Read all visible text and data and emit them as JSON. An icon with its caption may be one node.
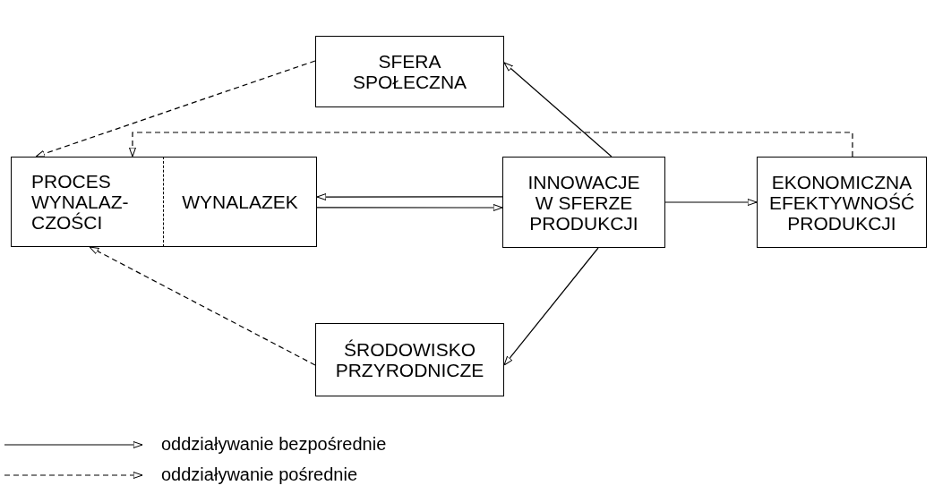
{
  "diagram": {
    "nodes": [
      {
        "text": [
          "SFERA SPOŁECZNA"
        ]
      },
      {
        "text": [
          "PROCES WYNALAZ-CZOŚCI"
        ]
      },
      {
        "text": [
          "WYNALAZEK"
        ]
      },
      {
        "text": [
          "INNOWACJE W SFERZE PRODUKCJI"
        ]
      },
      {
        "text": [
          "EKONOMICZNA EFEKTYWNOŚĆ PRODUKCJI"
        ]
      },
      {
        "text": [
          "ŚRODOWISKO PRZYRODNICZE"
        ]
      }
    ],
    "edges": [
      {
        "from": 0,
        "to": 1,
        "arrow": "to",
        "style": "dashed"
      },
      {
        "from": 4,
        "to": 1,
        "arrow": "to",
        "style": "dashed"
      },
      {
        "from": 3,
        "to": 2,
        "arrow": "to"
      },
      {
        "from": 2,
        "to": 3,
        "arrow": "to"
      },
      {
        "from": 3,
        "to": 0,
        "arrow": "to"
      },
      {
        "from": 3,
        "to": 4,
        "arrow": "to"
      },
      {
        "from": 3,
        "to": 5,
        "arrow": "to"
      },
      {
        "from": 5,
        "to": 1,
        "arrow": "to",
        "style": "dashed"
      }
    ],
    "legend": [
      {
        "text": "oddziaływanie bezpośrednie"
      },
      {
        "text": "oddziaływanie pośrednie"
      }
    ]
  }
}
